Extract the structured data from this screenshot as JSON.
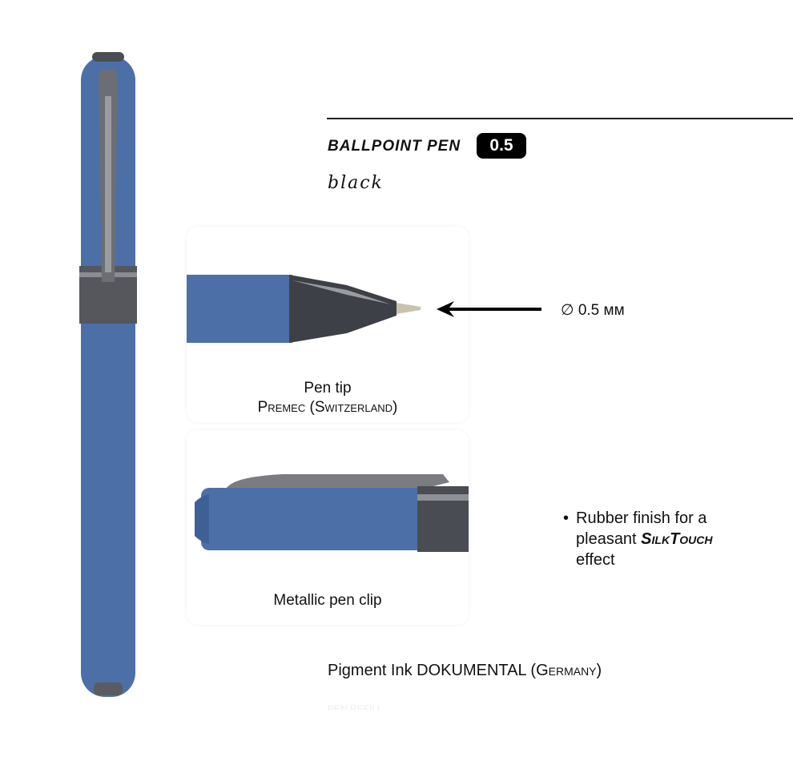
{
  "header": {
    "title": "BALLPOINT PEN",
    "size_badge": "0.5",
    "color_label": "black"
  },
  "tip_panel": {
    "caption_line1": "Pen tip",
    "caption_line2": "Premec (Switzerland)",
    "diameter_label": "∅ 0.5 мм"
  },
  "clip_panel": {
    "caption": "Metallic pen clip"
  },
  "feature": {
    "bullet": "•",
    "text_before": "Rubber finish for a pleasant ",
    "brand": "SilkTouch",
    "text_after": " effect"
  },
  "ink": {
    "text": "Pigment Ink DOKUMENTAL ",
    "origin": "(Germany)"
  },
  "faded_text": "PEN REFILL",
  "colors": {
    "pen_body": "#4d6fa8",
    "metal": "#5a5c62",
    "text": "#111111"
  }
}
